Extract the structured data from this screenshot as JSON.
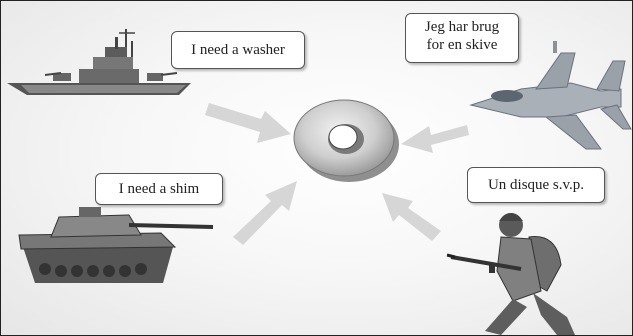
{
  "bubbles": {
    "ship": "I need a washer",
    "jet": [
      "Jeg har brug",
      "for en skive"
    ],
    "tank": "I need a shim",
    "soldier": "Un disque s.v.p."
  },
  "icons": [
    "battleship-icon",
    "fighter-jet-icon",
    "tank-icon",
    "soldier-icon",
    "washer-icon"
  ],
  "colors": {
    "arrow": "#d4d4d4",
    "washer": "#c9c9c9",
    "frame": "#222222"
  }
}
